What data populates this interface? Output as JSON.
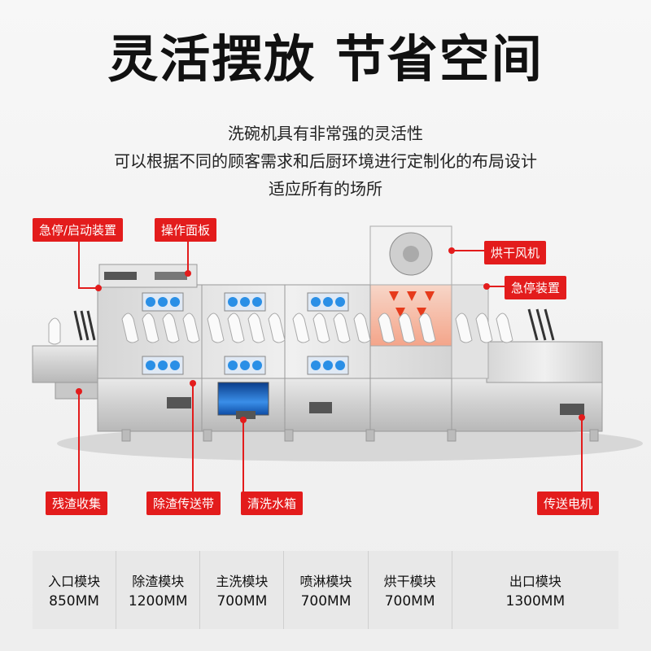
{
  "headline": "灵活摆放 节省空间",
  "description": {
    "line1": "洗碗机具有非常强的灵活性",
    "line2": "可以根据不同的顾客需求和后厨环境进行定制化的布局设计",
    "line3": "适应所有的场所"
  },
  "labels": {
    "emergency_start": "急停/启动装置",
    "control_panel": "操作面板",
    "drying_fan": "烘干风机",
    "emergency_stop": "急停装置",
    "residue_collection": "残渣收集",
    "residue_belt": "除渣传送带",
    "wash_tank": "清洗水箱",
    "conveyor_motor": "传送电机"
  },
  "modules": [
    {
      "name": "入口模块",
      "size": "850MM"
    },
    {
      "name": "除渣模块",
      "size": "1200MM"
    },
    {
      "name": "主洗模块",
      "size": "700MM"
    },
    {
      "name": "喷淋模块",
      "size": "700MM"
    },
    {
      "name": "烘干模块",
      "size": "700MM"
    },
    {
      "name": "出口模块",
      "size": "1300MM"
    }
  ],
  "colors": {
    "accent": "#e31c1c",
    "spray": "#2a8fe6",
    "heat": "#e63b1c"
  }
}
